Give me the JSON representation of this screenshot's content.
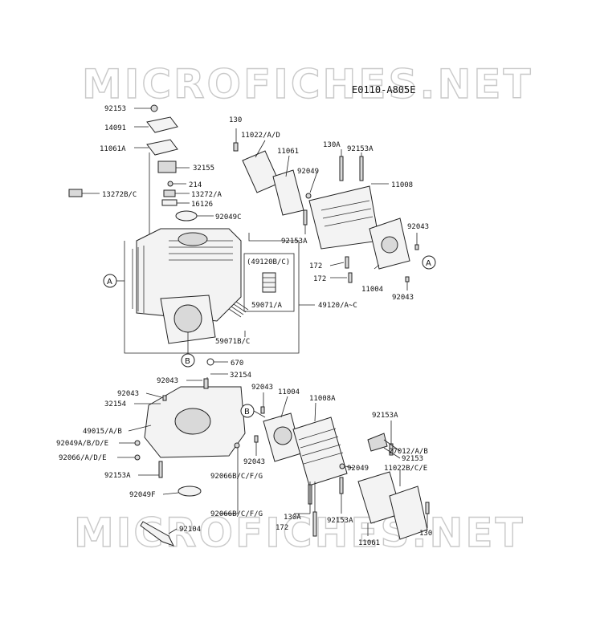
{
  "diagram_code": "E0110-A805E",
  "watermark": "MICROFICHES.NET",
  "callouts": {
    "a": "A",
    "b": "B"
  },
  "labels": {
    "l92153_top": "92153",
    "l14091": "14091",
    "l11061a_top": "11061A",
    "l32155": "32155",
    "l214": "214",
    "l13272a": "13272/A",
    "l13272bc": "13272B/C",
    "l16126": "16126",
    "l92049c": "92049C",
    "l130_top": "130",
    "l11022ad": "11022/A/D",
    "l11061_top": "11061",
    "l130a_top": "130A",
    "l92153a_top": "92153A",
    "l92049_top": "92049",
    "l11008": "11008",
    "l92043_r1": "92043",
    "l92153a_mid": "92153A",
    "l172_a": "172",
    "l172_b": "172",
    "l11004_top": "11004",
    "l92043_r2": "92043",
    "l49120bc": "(49120B/C)",
    "l59071a": "59071/A",
    "l49120ac": "49120/A~C",
    "l59071bc": "59071B/C",
    "l670": "670",
    "l92043_c1": "92043",
    "l32154_c1": "32154",
    "l92043_c2": "92043",
    "l32154_c2": "32154",
    "l49015ab": "49015/A/B",
    "l92049abde": "92049A/B/D/E",
    "l92066ade": "92066/A/D/E",
    "l92153a_low": "92153A",
    "l92049f": "92049F",
    "l92066bcfg_1": "92066B/C/F/G",
    "l92066bcfg_2": "92066B/C/F/G",
    "l92104": "92104",
    "l92043_h1": "92043",
    "l11004_low": "11004",
    "l11008a": "11008A",
    "l92043_h2": "92043",
    "l92153a_r": "92153A",
    "l27012ab": "27012/A/B",
    "l92153_r": "92153",
    "l92049_low": "92049",
    "l11022bce": "11022B/C/E",
    "l130a_low": "130A",
    "l172_low": "172",
    "l92153a_low2": "92153A",
    "l11061_low": "11061",
    "l130_low": "130"
  }
}
